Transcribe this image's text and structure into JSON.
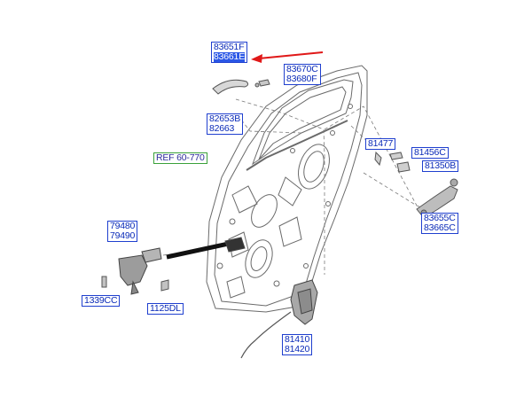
{
  "parts": {
    "handle_pair": [
      "83651F",
      "83661E"
    ],
    "trim_pair": [
      "83670C",
      "83680F"
    ],
    "weatherstrip_pair": [
      "82653B",
      "82663"
    ],
    "ref_label": "REF 60-770",
    "p81477": "81477",
    "p81456": "81456C",
    "p81350": "81350B",
    "bracket_pair": [
      "83655C",
      "83665C"
    ],
    "checker_pair": [
      "79480",
      "79490"
    ],
    "bolt_a": "1339CC",
    "bolt_b": "1125DL",
    "latch_pair": [
      "81410",
      "81420"
    ]
  },
  "colors": {
    "callout_border": "#1f3fcf",
    "callout_text": "#0a2ab8",
    "highlight": "#2b57e6",
    "ref_border": "#3aa13a",
    "arrow": "#e01818",
    "line_art": "#6a6a6a"
  },
  "icons": [
    "red-pointer-arrow",
    "door-panel-drawing",
    "outside-handle-drawing",
    "door-checker-drawing",
    "latch-actuator-drawing"
  ]
}
